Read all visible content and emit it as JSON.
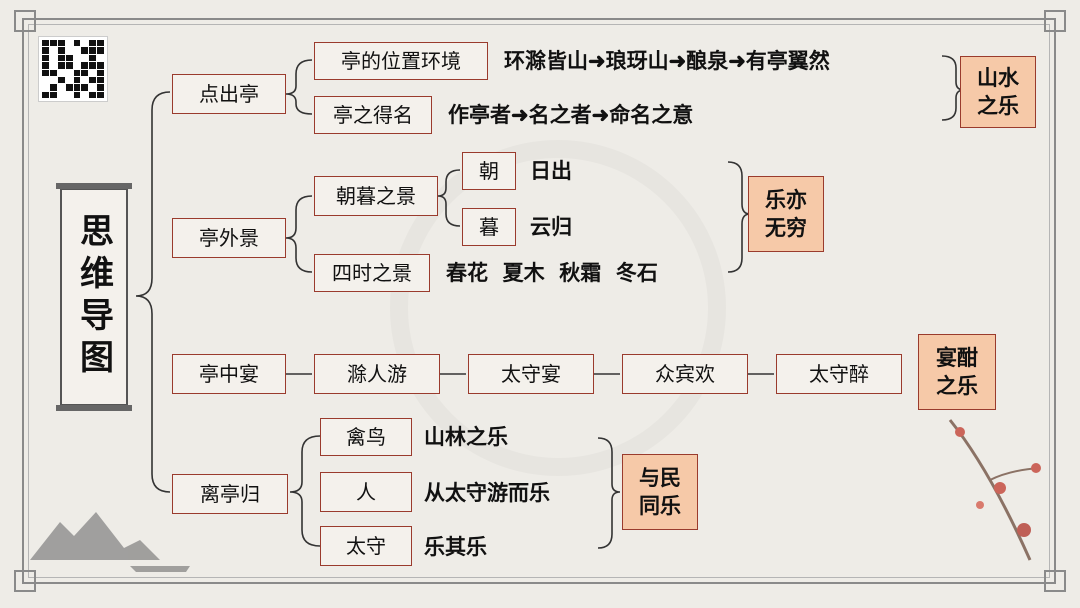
{
  "title": "思维导图",
  "branches": {
    "b1": {
      "label": "点出亭",
      "sub1": {
        "label": "亭的位置环境",
        "detail": "环滁皆山➜琅玡山➜酿泉➜有亭翼然"
      },
      "sub2": {
        "label": "亭之得名",
        "detail": "作亭者➜名之者➜命名之意"
      },
      "result": {
        "line1": "山水",
        "line2": "之乐"
      }
    },
    "b2": {
      "label": "亭外景",
      "sub1": {
        "label": "朝暮之景",
        "leaf1": {
          "label": "朝",
          "detail": "日出"
        },
        "leaf2": {
          "label": "暮",
          "detail": "云归"
        }
      },
      "sub2": {
        "label": "四时之景",
        "detail": "春花  夏木  秋霜  冬石"
      },
      "result": {
        "line1": "乐亦",
        "line2": "无穷"
      }
    },
    "b3": {
      "label": "亭中宴",
      "chain": [
        "滁人游",
        "太守宴",
        "众宾欢",
        "太守醉"
      ],
      "result": {
        "line1": "宴酣",
        "line2": "之乐"
      }
    },
    "b4": {
      "label": "离亭归",
      "items": [
        {
          "label": "禽鸟",
          "detail": "山林之乐"
        },
        {
          "label": "人",
          "detail": "从太守游而乐"
        },
        {
          "label": "太守",
          "detail": "乐其乐"
        }
      ],
      "result": {
        "line1": "与民",
        "line2": "同乐"
      }
    }
  },
  "colors": {
    "border": "#9a3b2d",
    "result_fill": "#f6c9a8",
    "background": "#eeece7"
  }
}
